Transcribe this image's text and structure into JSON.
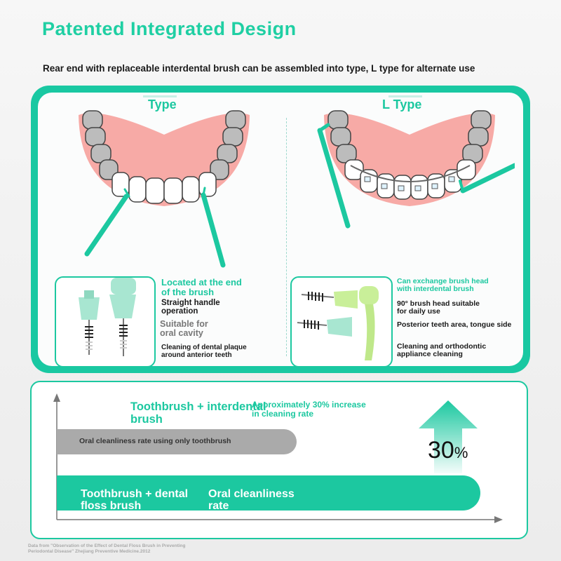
{
  "title": "Patented Integrated Design",
  "subtitle": "Rear end with replaceable interdental brush can be assembled into type, L type for alternate use",
  "colors": {
    "accent": "#1cc8a0",
    "gum": "#f7aaa6",
    "gray_bar": "#aaaaaa",
    "text": "#1a1a1a"
  },
  "left_panel": {
    "heading": "Type",
    "feature_title": "Located at the end\n of the brush",
    "handle_text": "Straight handle\n operation",
    "cavity_text": "Suitable for\n oral cavity",
    "cleaning_text": "Cleaning of dental plaque\n around anterior teeth"
  },
  "right_panel": {
    "heading": "L Type",
    "exchange_text": "Can exchange brush head\n with interdental brush",
    "angle_text": "90° brush head suitable\n for daily use",
    "posterior_text": "Posterior teeth area, tongue side",
    "ortho_text": "Cleaning and orthodontic\n appliance cleaning"
  },
  "comparison": {
    "combo_label": "Toothbrush + interdental\n brush",
    "increase_label": "Approximately 30% increase\n in cleaning rate",
    "only_toothbrush_label": "Oral cleanliness rate using only toothbrush",
    "floss_label": "Toothbrush + dental\n floss brush",
    "rate_label": "Oral cleanliness\n rate",
    "increase_value": "30",
    "increase_unit": "%",
    "only_toothbrush_fraction": 0.57,
    "combo_fraction": 1.0
  },
  "source": "Data from \"Observation of the Effect of Dental Floss Brush in Preventing\n Periodontal Disease\" Zhejiang Preventive Medicine.2012"
}
